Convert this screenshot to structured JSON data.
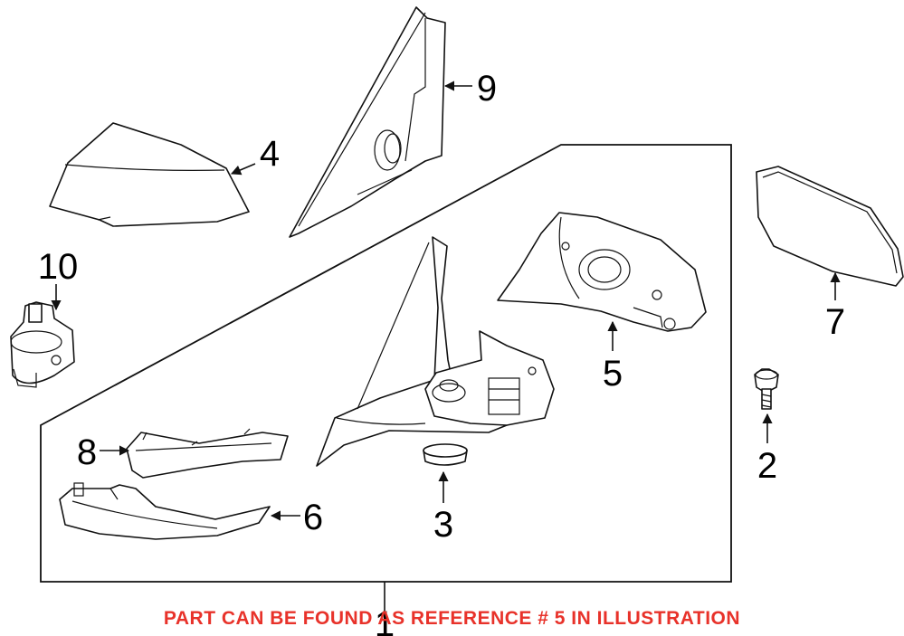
{
  "callouts": {
    "c1": "1",
    "c2": "2",
    "c3": "3",
    "c4": "4",
    "c5": "5",
    "c6": "6",
    "c7": "7",
    "c8": "8",
    "c9": "9",
    "c10": "10"
  },
  "footnote": "PART CAN BE FOUND AS REFERENCE # 5 IN ILLUSTRATION",
  "colors": {
    "footnote": "#e8322a",
    "line": "#111111",
    "background": "#ffffff"
  }
}
